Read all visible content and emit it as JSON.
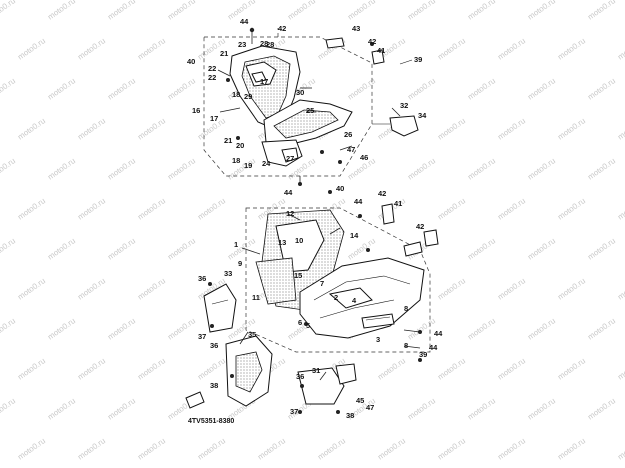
{
  "diagram": {
    "watermark": "moto0.ru",
    "catalog_code": "4TV5351-8380",
    "upper_callouts": [
      "44",
      "42",
      "43",
      "23",
      "28",
      "41",
      "42",
      "22",
      "40",
      "21",
      "22",
      "18",
      "17",
      "39",
      "29",
      "30",
      "16",
      "25",
      "17",
      "21",
      "20",
      "26",
      "32",
      "34",
      "18",
      "24",
      "27",
      "19",
      "47",
      "46",
      "44",
      "28"
    ],
    "lower_callouts": [
      "40",
      "42",
      "12",
      "41",
      "14",
      "44",
      "13",
      "42",
      "1",
      "10",
      "9",
      "15",
      "33",
      "36",
      "11",
      "2",
      "7",
      "4",
      "6",
      "5",
      "8",
      "3",
      "44",
      "35",
      "37",
      "36",
      "38",
      "31",
      "36",
      "37",
      "45",
      "47",
      "39",
      "8",
      "44",
      "38"
    ],
    "colors": {
      "line": "#111111",
      "watermark": "#c9c9c9",
      "hatch": "#555555"
    }
  }
}
